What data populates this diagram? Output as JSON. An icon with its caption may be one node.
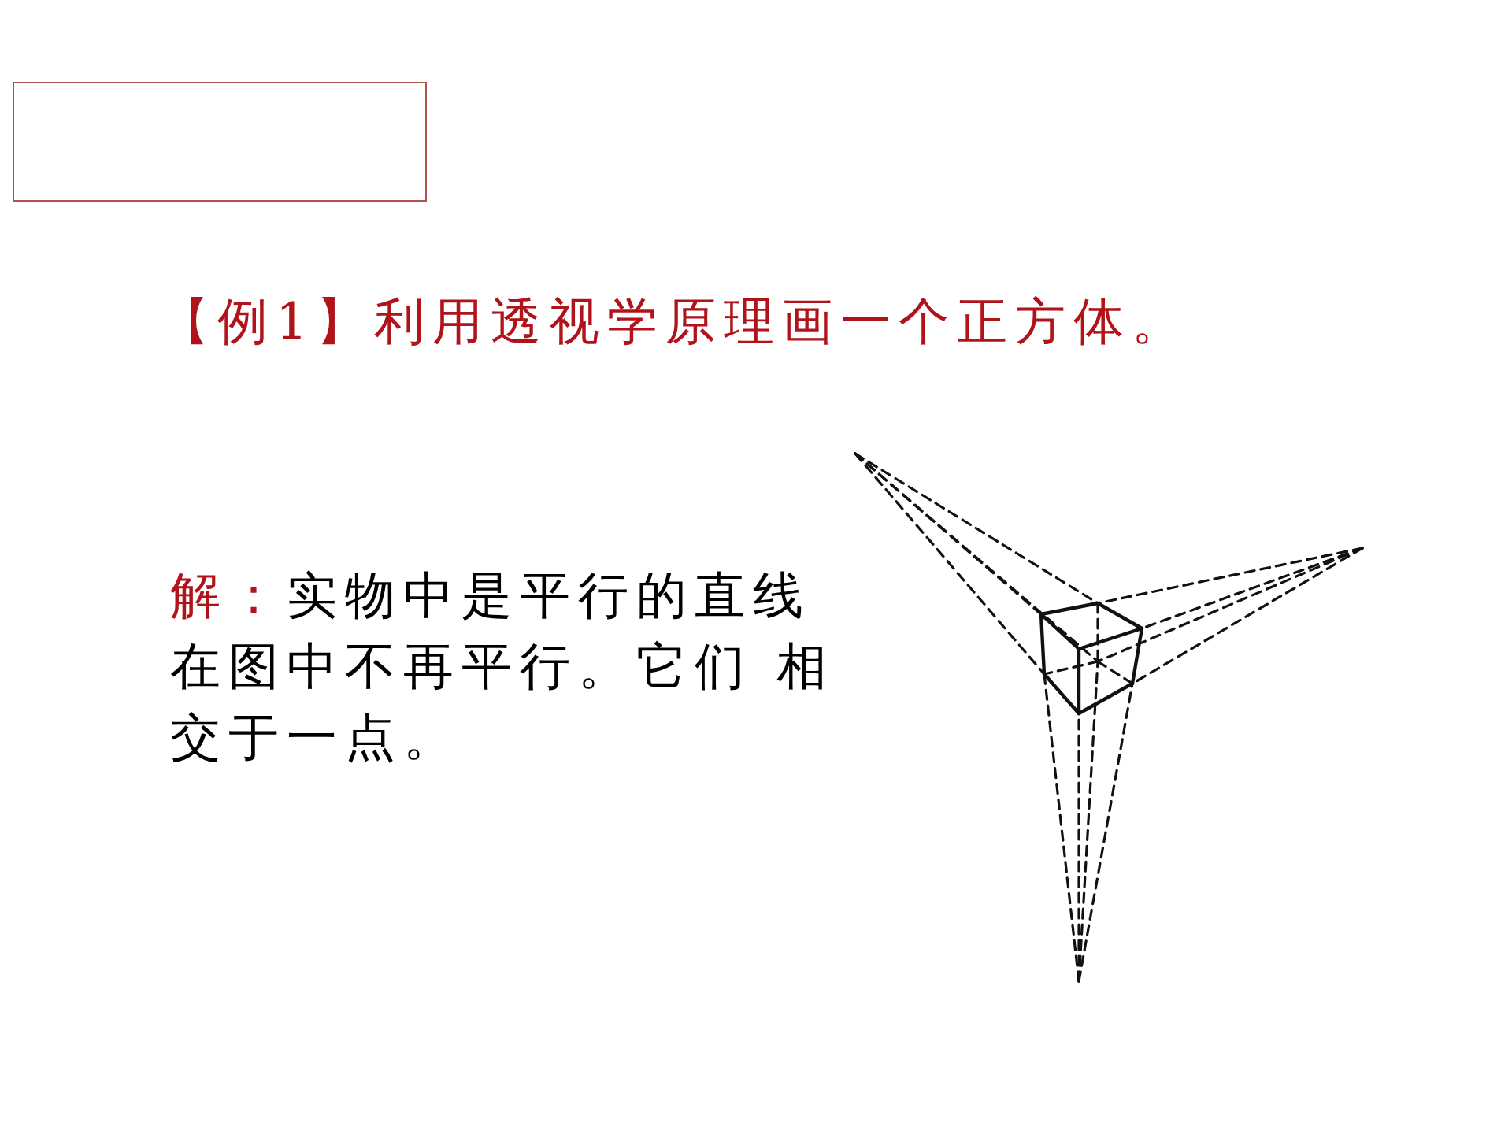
{
  "diagram": {
    "title": "【例1】利用透视学原理画一个正方体。",
    "labels": [
      "解：",
      "实物中是平行的直线在图中不再平行。它们 相交于一点。"
    ]
  }
}
